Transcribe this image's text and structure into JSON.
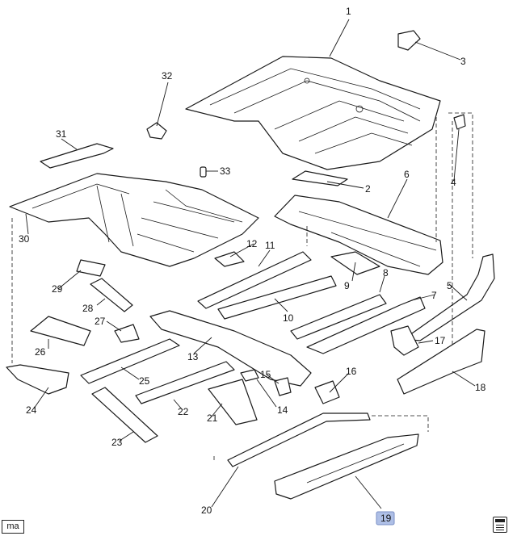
{
  "callouts": {
    "c1": "1",
    "c2": "2",
    "c3": "3",
    "c4": "4",
    "c5": "5",
    "c6": "6",
    "c7": "7",
    "c8": "8",
    "c9": "9",
    "c10": "10",
    "c11": "11",
    "c12": "12",
    "c13": "13",
    "c14": "14",
    "c15": "15",
    "c16": "16",
    "c17": "17",
    "c18": "18",
    "c19": "19",
    "c20": "20",
    "c21": "21",
    "c22": "22",
    "c23": "23",
    "c24": "24",
    "c25": "25",
    "c26": "26",
    "c27": "27",
    "c28": "28",
    "c29": "29",
    "c30": "30",
    "c31": "31",
    "c32": "32",
    "c33": "33"
  },
  "corner_tag": "ma",
  "highlight_color": "#aebfe6",
  "icons": [
    "document-icon"
  ]
}
